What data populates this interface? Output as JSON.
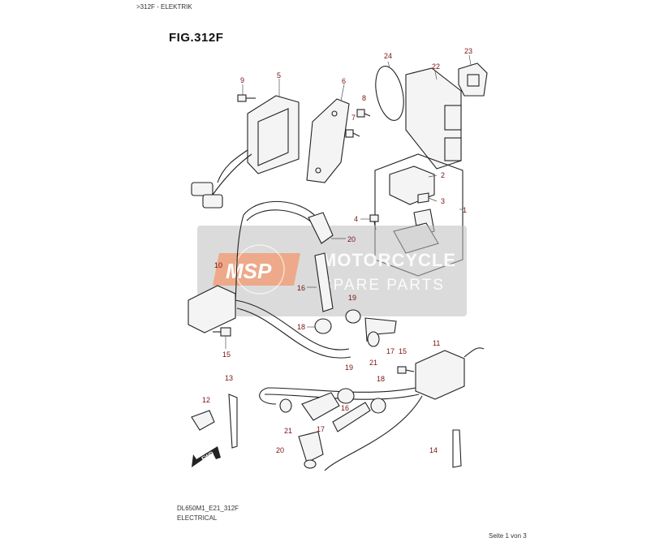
{
  "breadcrumb": ">312F - ELEKTRIK",
  "figure_title": "FIG.312F",
  "footer": {
    "code": "DL650M1_E21_312F",
    "section": "ELECTRICAL",
    "page": "Seite 1 von 3"
  },
  "watermark": {
    "logo": "MSP",
    "line1": "MOTORCYCLE",
    "line2": "SPARE PARTS"
  },
  "fwd_label": "FWD",
  "callouts": {
    "c1": "1",
    "c2": "2",
    "c3": "3",
    "c4": "4",
    "c5": "5",
    "c6": "6",
    "c7": "7",
    "c8": "8",
    "c9": "9",
    "c10": "10",
    "c11": "11",
    "c12": "12",
    "c13": "13",
    "c14": "14",
    "c15a": "15",
    "c15b": "15",
    "c16a": "16",
    "c16b": "16",
    "c17a": "17",
    "c17b": "17",
    "c18a": "18",
    "c18b": "18",
    "c19a": "19",
    "c19b": "19",
    "c20a": "20",
    "c20b": "20",
    "c21a": "21",
    "c21b": "21",
    "c22": "22",
    "c23": "23",
    "c24": "24"
  },
  "colors": {
    "callout": "#7a1010",
    "watermark_logo": "#f0a07a",
    "watermark_band": "#bdbdbd"
  }
}
